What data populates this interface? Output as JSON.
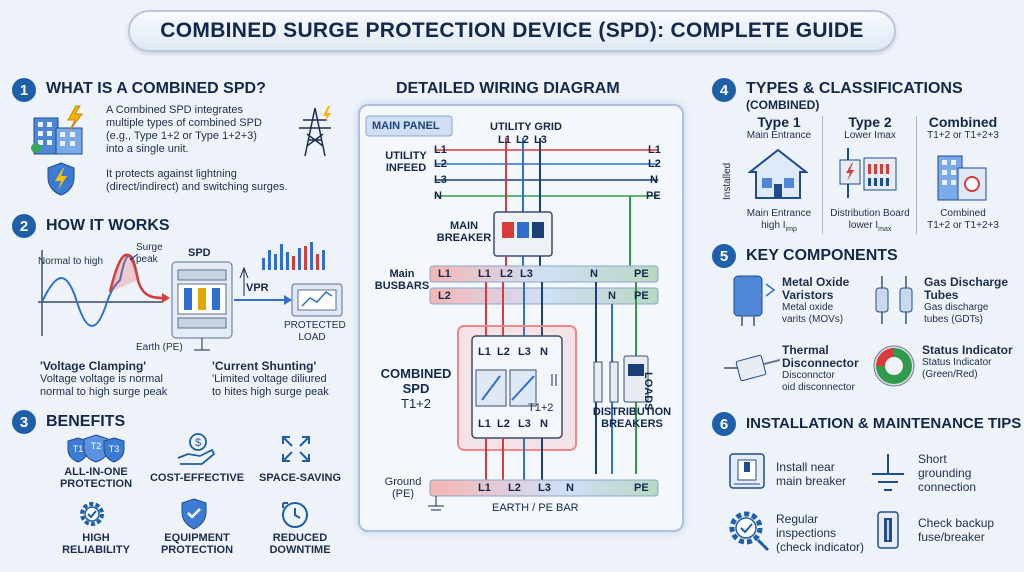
{
  "title": "COMBINED SURGE PROTECTION DEVICE (SPD): COMPLETE GUIDE",
  "colors": {
    "accent": "#1f5fa7",
    "line_red": "#d93b3b",
    "line_blue": "#2e6fd0",
    "line_navy": "#1b3f78",
    "line_green": "#2e9a4a"
  },
  "s1": {
    "num": "1",
    "heading": "WHAT IS A COMBINED SPD?",
    "p1": [
      "A Combined SPD integrates",
      "multiple types of combined SPD",
      "(e.g., Type 1+2 or Type 1+2+3)",
      "into a single unit."
    ],
    "p2": [
      "It protects against lightning",
      "(direct/indirect) and switching surges."
    ]
  },
  "s2": {
    "num": "2",
    "heading": "HOW IT WORKS",
    "normal_to_high": "Normal to high",
    "surge_peak": [
      "Surge",
      "peak"
    ],
    "spd": "SPD",
    "vpr": "VPR",
    "protected_load": [
      "PROTECTED",
      "LOAD"
    ],
    "earth": "Earth (PE)",
    "clamp_title": "'Voltage Clamping'",
    "clamp_desc": [
      "Voltage voltage is normal",
      "normal to high surge peak"
    ],
    "shunt_title": "'Current Shunting'",
    "shunt_desc": [
      "'Limited voltage diliured",
      "to hites high surge peak"
    ]
  },
  "s3": {
    "num": "3",
    "heading": "BENEFITS",
    "items": [
      {
        "l1": "ALL-IN-ONE",
        "l2": "PROTECTION"
      },
      {
        "l1": "COST-EFFECTIVE",
        "l2": ""
      },
      {
        "l1": "SPACE-SAVING",
        "l2": ""
      },
      {
        "l1": "HIGH",
        "l2": "RELIABILITY"
      },
      {
        "l1": "EQUIPMENT",
        "l2": "PROTECTION"
      },
      {
        "l1": "REDUCED",
        "l2": "DOWNTIME"
      }
    ],
    "shield_labels": [
      "T1",
      "T2",
      "T3"
    ]
  },
  "diagram": {
    "heading": "DETAILED WIRING DIAGRAM",
    "main_panel": "MAIN PANEL",
    "utility_grid": "UTILITY GRID",
    "grid_lines": [
      "L1",
      "L2",
      "L3"
    ],
    "utility_infeed": [
      "UTILITY",
      "INFEED"
    ],
    "infeed_left": [
      "L1",
      "L2",
      "L3",
      "N"
    ],
    "infeed_right": [
      "L1",
      "L2",
      "N",
      "PE"
    ],
    "main_breaker": [
      "MAIN",
      "BREAKER"
    ],
    "main_busbars": [
      "Main",
      "BUSBARS"
    ],
    "bus1": [
      "L1",
      "L1",
      "L2",
      "L3",
      "N",
      "PE"
    ],
    "bus2": [
      "L2",
      "N",
      "PE"
    ],
    "combined_spd": [
      "COMBINED",
      "SPD",
      "T1+2"
    ],
    "spd_top": [
      "L1",
      "L2",
      "L3",
      "N"
    ],
    "spd_bottom": [
      "L1",
      "L2",
      "L3",
      "N"
    ],
    "spd_inner": "T1+2",
    "loads": "LOADS",
    "distribution_breakers": [
      "DISTRIBUTION",
      "BREAKERS"
    ],
    "ground": [
      "Ground",
      "(PE)"
    ],
    "earth_bar": [
      "L1",
      "L2",
      "L3",
      "N",
      "PE"
    ],
    "earth_label": "EARTH / PE BAR"
  },
  "s4": {
    "num": "4",
    "heading": "TYPES & CLASSIFICATIONS",
    "sub": "(COMBINED)",
    "installed": "Installed",
    "cols": [
      {
        "t": "Type 1",
        "s": "Main Entrance",
        "b1": "Main Entrance",
        "b2": "high I",
        "b2sub": "imp"
      },
      {
        "t": "Type 2",
        "s": "Lower Imax",
        "b1": "Distribution Board",
        "b2": "lower I",
        "b2sub": "max"
      },
      {
        "t": "Combined",
        "s": "T1+2 or T1+2+3",
        "b1": "Combined",
        "b2": "T1+2 or T1+2+3",
        "b2sub": ""
      }
    ]
  },
  "s5": {
    "num": "5",
    "heading": "KEY COMPONENTS",
    "items": [
      {
        "t": [
          "Metal Oxide",
          "Varistors"
        ],
        "d": [
          "Metal oxide",
          "varits (MOVs)"
        ]
      },
      {
        "t": [
          "Gas Discharge",
          "Tubes"
        ],
        "d": [
          "Gas discharge",
          "tubes (GDTs)"
        ]
      },
      {
        "t": [
          "Thermal",
          "Disconnector"
        ],
        "d": [
          "Disconnctor",
          "oid disconnector"
        ]
      },
      {
        "t": [
          "Status Indicator"
        ],
        "d": [
          "Status Indicator",
          "(Green/Red)"
        ]
      }
    ]
  },
  "s6": {
    "num": "6",
    "heading": "INSTALLATION & MAINTENANCE TIPS",
    "items": [
      {
        "t": [
          "Install near",
          "main breaker"
        ]
      },
      {
        "t": [
          "Short",
          "grounding",
          "connection"
        ]
      },
      {
        "t": [
          "Regular",
          "inspections",
          "(check indicator)"
        ]
      },
      {
        "t": [
          "Check backup",
          "fuse/breaker"
        ]
      }
    ]
  }
}
